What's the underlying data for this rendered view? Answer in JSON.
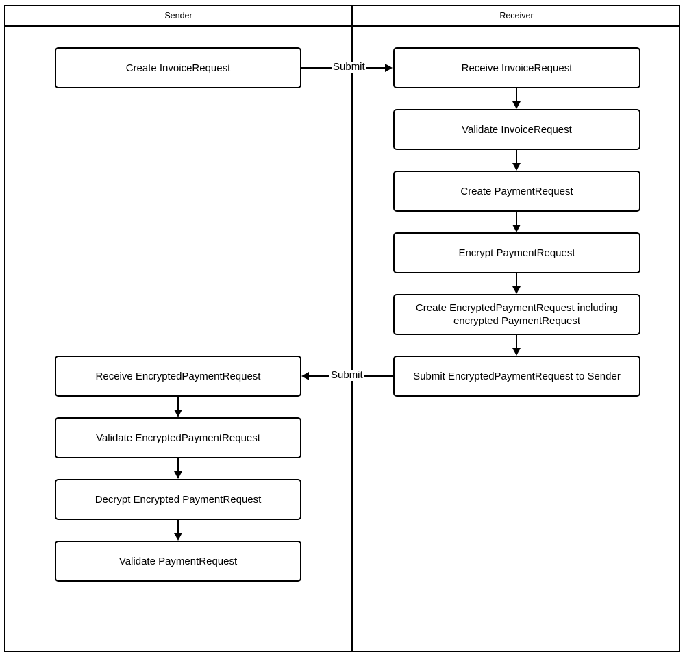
{
  "diagram": {
    "type": "swimlane-flowchart",
    "lanes": [
      {
        "id": "sender",
        "title": "Sender"
      },
      {
        "id": "receiver",
        "title": "Receiver"
      }
    ],
    "nodes": {
      "sender": [
        {
          "id": "s1",
          "label": "Create InvoiceRequest"
        },
        {
          "id": "s2",
          "label": "Receive EncryptedPaymentRequest"
        },
        {
          "id": "s3",
          "label": "Validate EncryptedPaymentRequest"
        },
        {
          "id": "s4",
          "label": "Decrypt Encrypted PaymentRequest"
        },
        {
          "id": "s5",
          "label": "Validate PaymentRequest"
        }
      ],
      "receiver": [
        {
          "id": "r1",
          "label": "Receive InvoiceRequest"
        },
        {
          "id": "r2",
          "label": "Validate InvoiceRequest"
        },
        {
          "id": "r3",
          "label": "Create PaymentRequest"
        },
        {
          "id": "r4",
          "label": "Encrypt PaymentRequest"
        },
        {
          "id": "r5",
          "label": "Create EncryptedPaymentRequest including encrypted PaymentRequest"
        },
        {
          "id": "r6",
          "label": "Submit EncryptedPaymentRequest to Sender"
        }
      ]
    },
    "edge_labels": {
      "submit_to_receiver": "Submit",
      "submit_to_sender": "Submit"
    },
    "colors": {
      "stroke": "#000000",
      "fill": "#ffffff",
      "text": "#000000"
    }
  }
}
